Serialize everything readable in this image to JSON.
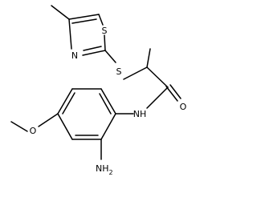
{
  "diagram": {
    "type": "chemical-structure",
    "atoms": {
      "thiazole_s": "S",
      "thiazole_n": "N",
      "thioether_s": "S",
      "carbonyl_o": "O",
      "amide_n": "NH",
      "methoxy_o": "O",
      "amine": "NH",
      "amine_sub": "2"
    },
    "colors": {
      "bond": "#000000",
      "text": "#000000",
      "background": "#ffffff"
    }
  }
}
